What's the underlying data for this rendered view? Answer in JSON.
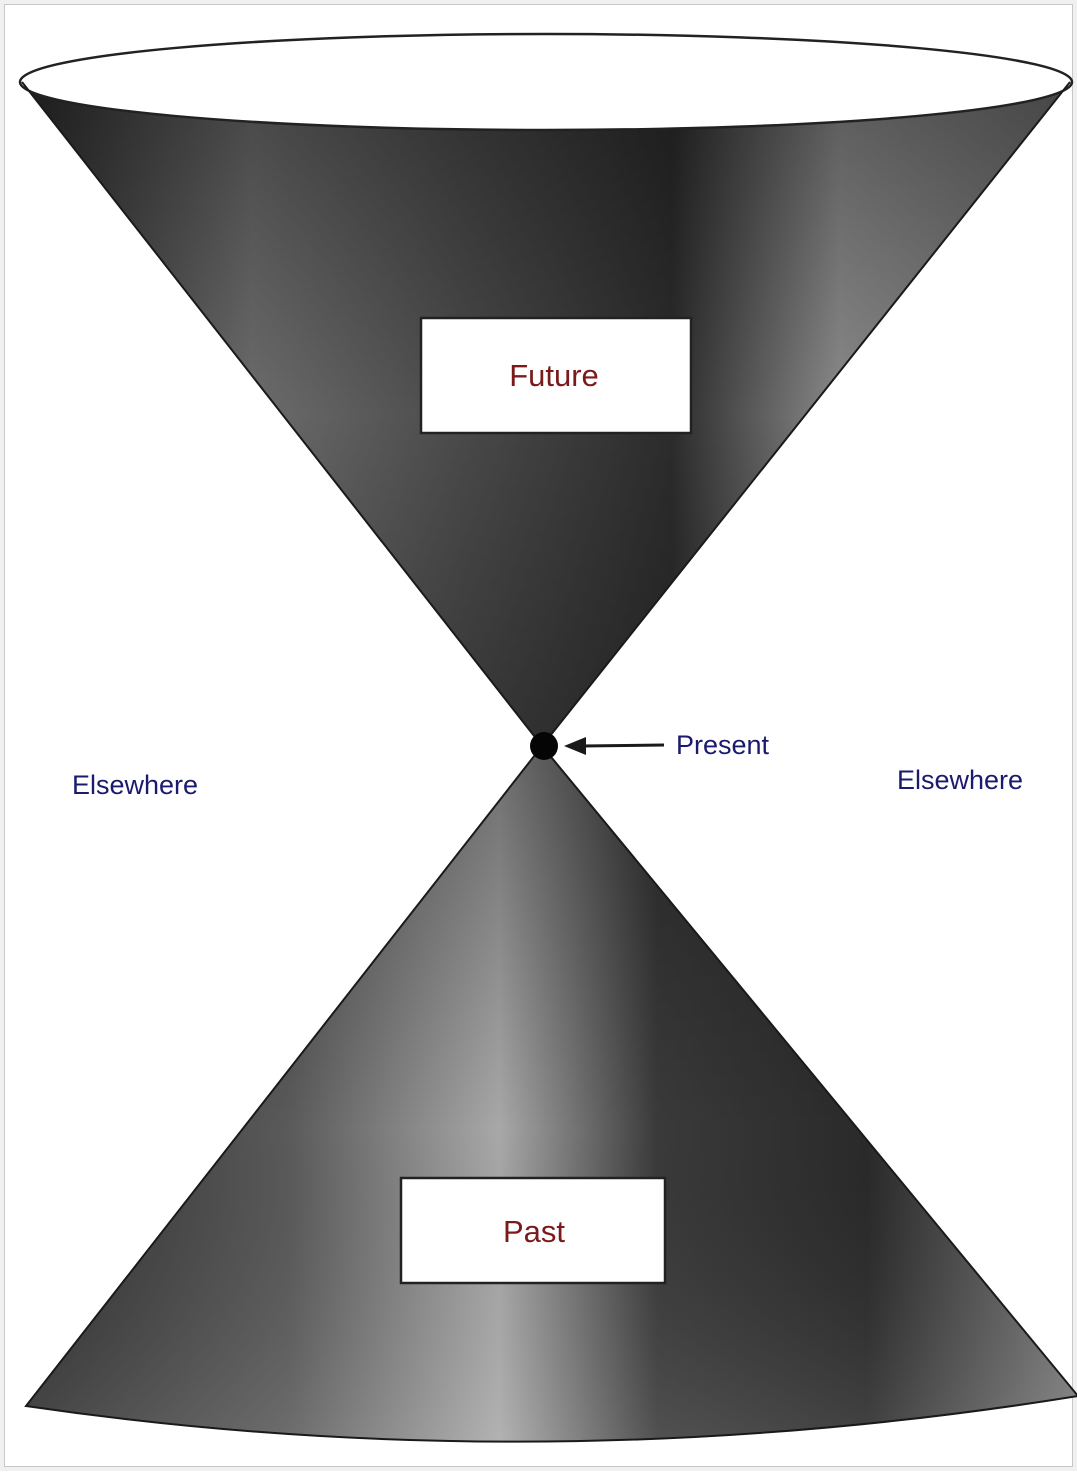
{
  "labels": {
    "future": "Future",
    "past": "Past",
    "present": "Present",
    "elsewhere_left": "Elsewhere",
    "elsewhere_right": "Elsewhere"
  },
  "colors": {
    "box_text": "#7a1a1a",
    "region_text": "#1a1a6e",
    "cone_dark": "#1e1e1e",
    "cone_light": "#b4b4b4",
    "cone_mid": "#5a5a5a",
    "event_point": "#050505"
  }
}
